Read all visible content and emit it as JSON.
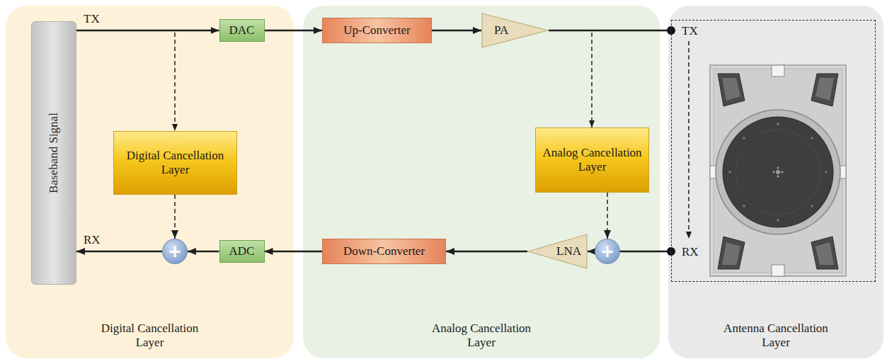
{
  "diagram": {
    "nodes": [
      {
        "text": [
          "Digital Cancellation Layer"
        ]
      },
      {
        "text": [
          "Analog Cancellation Layer"
        ]
      },
      {
        "text": [
          "Antenna Cancellation Layer"
        ]
      },
      {
        "text": [
          "Baseband Signal"
        ],
        "in": 0
      },
      {
        "text": [
          "DAC"
        ],
        "in": 0
      },
      {
        "text": [
          "Digital Cancellation Layer"
        ],
        "in": 0
      },
      {
        "text": [
          "+"
        ],
        "in": 0
      },
      {
        "text": [
          "ADC"
        ],
        "in": 0
      },
      {
        "text": [
          "Up-Converter"
        ],
        "in": 1
      },
      {
        "text": [
          "PA"
        ],
        "in": 1
      },
      {
        "text": [
          "Analog Cancellation Layer"
        ],
        "in": 1
      },
      {
        "text": [
          "+"
        ],
        "in": 1
      },
      {
        "text": [
          "LNA"
        ],
        "in": 1
      },
      {
        "text": [
          "Down-Converter"
        ],
        "in": 1
      },
      {
        "text": [
          "TX",
          "RX"
        ],
        "in": 2
      }
    ],
    "edges": [
      {
        "from": 3,
        "to": 4,
        "label": "TX",
        "arrow": "to"
      },
      {
        "from": 4,
        "to": 8,
        "arrow": "to"
      },
      {
        "from": 8,
        "to": 9,
        "arrow": "to"
      },
      {
        "from": 9,
        "to": 14,
        "arrow": "none"
      },
      {
        "from": 14,
        "to": 11,
        "arrow": "none"
      },
      {
        "from": 11,
        "to": 12,
        "arrow": "to"
      },
      {
        "from": 12,
        "to": 13,
        "arrow": "to"
      },
      {
        "from": 13,
        "to": 7,
        "arrow": "to"
      },
      {
        "from": 7,
        "to": 6,
        "arrow": "to"
      },
      {
        "from": 6,
        "to": 3,
        "label": "RX",
        "arrow": "to"
      },
      {
        "from": 5,
        "to": 6,
        "arrow": "to"
      },
      {
        "from": 10,
        "to": 11,
        "arrow": "to"
      }
    ]
  }
}
